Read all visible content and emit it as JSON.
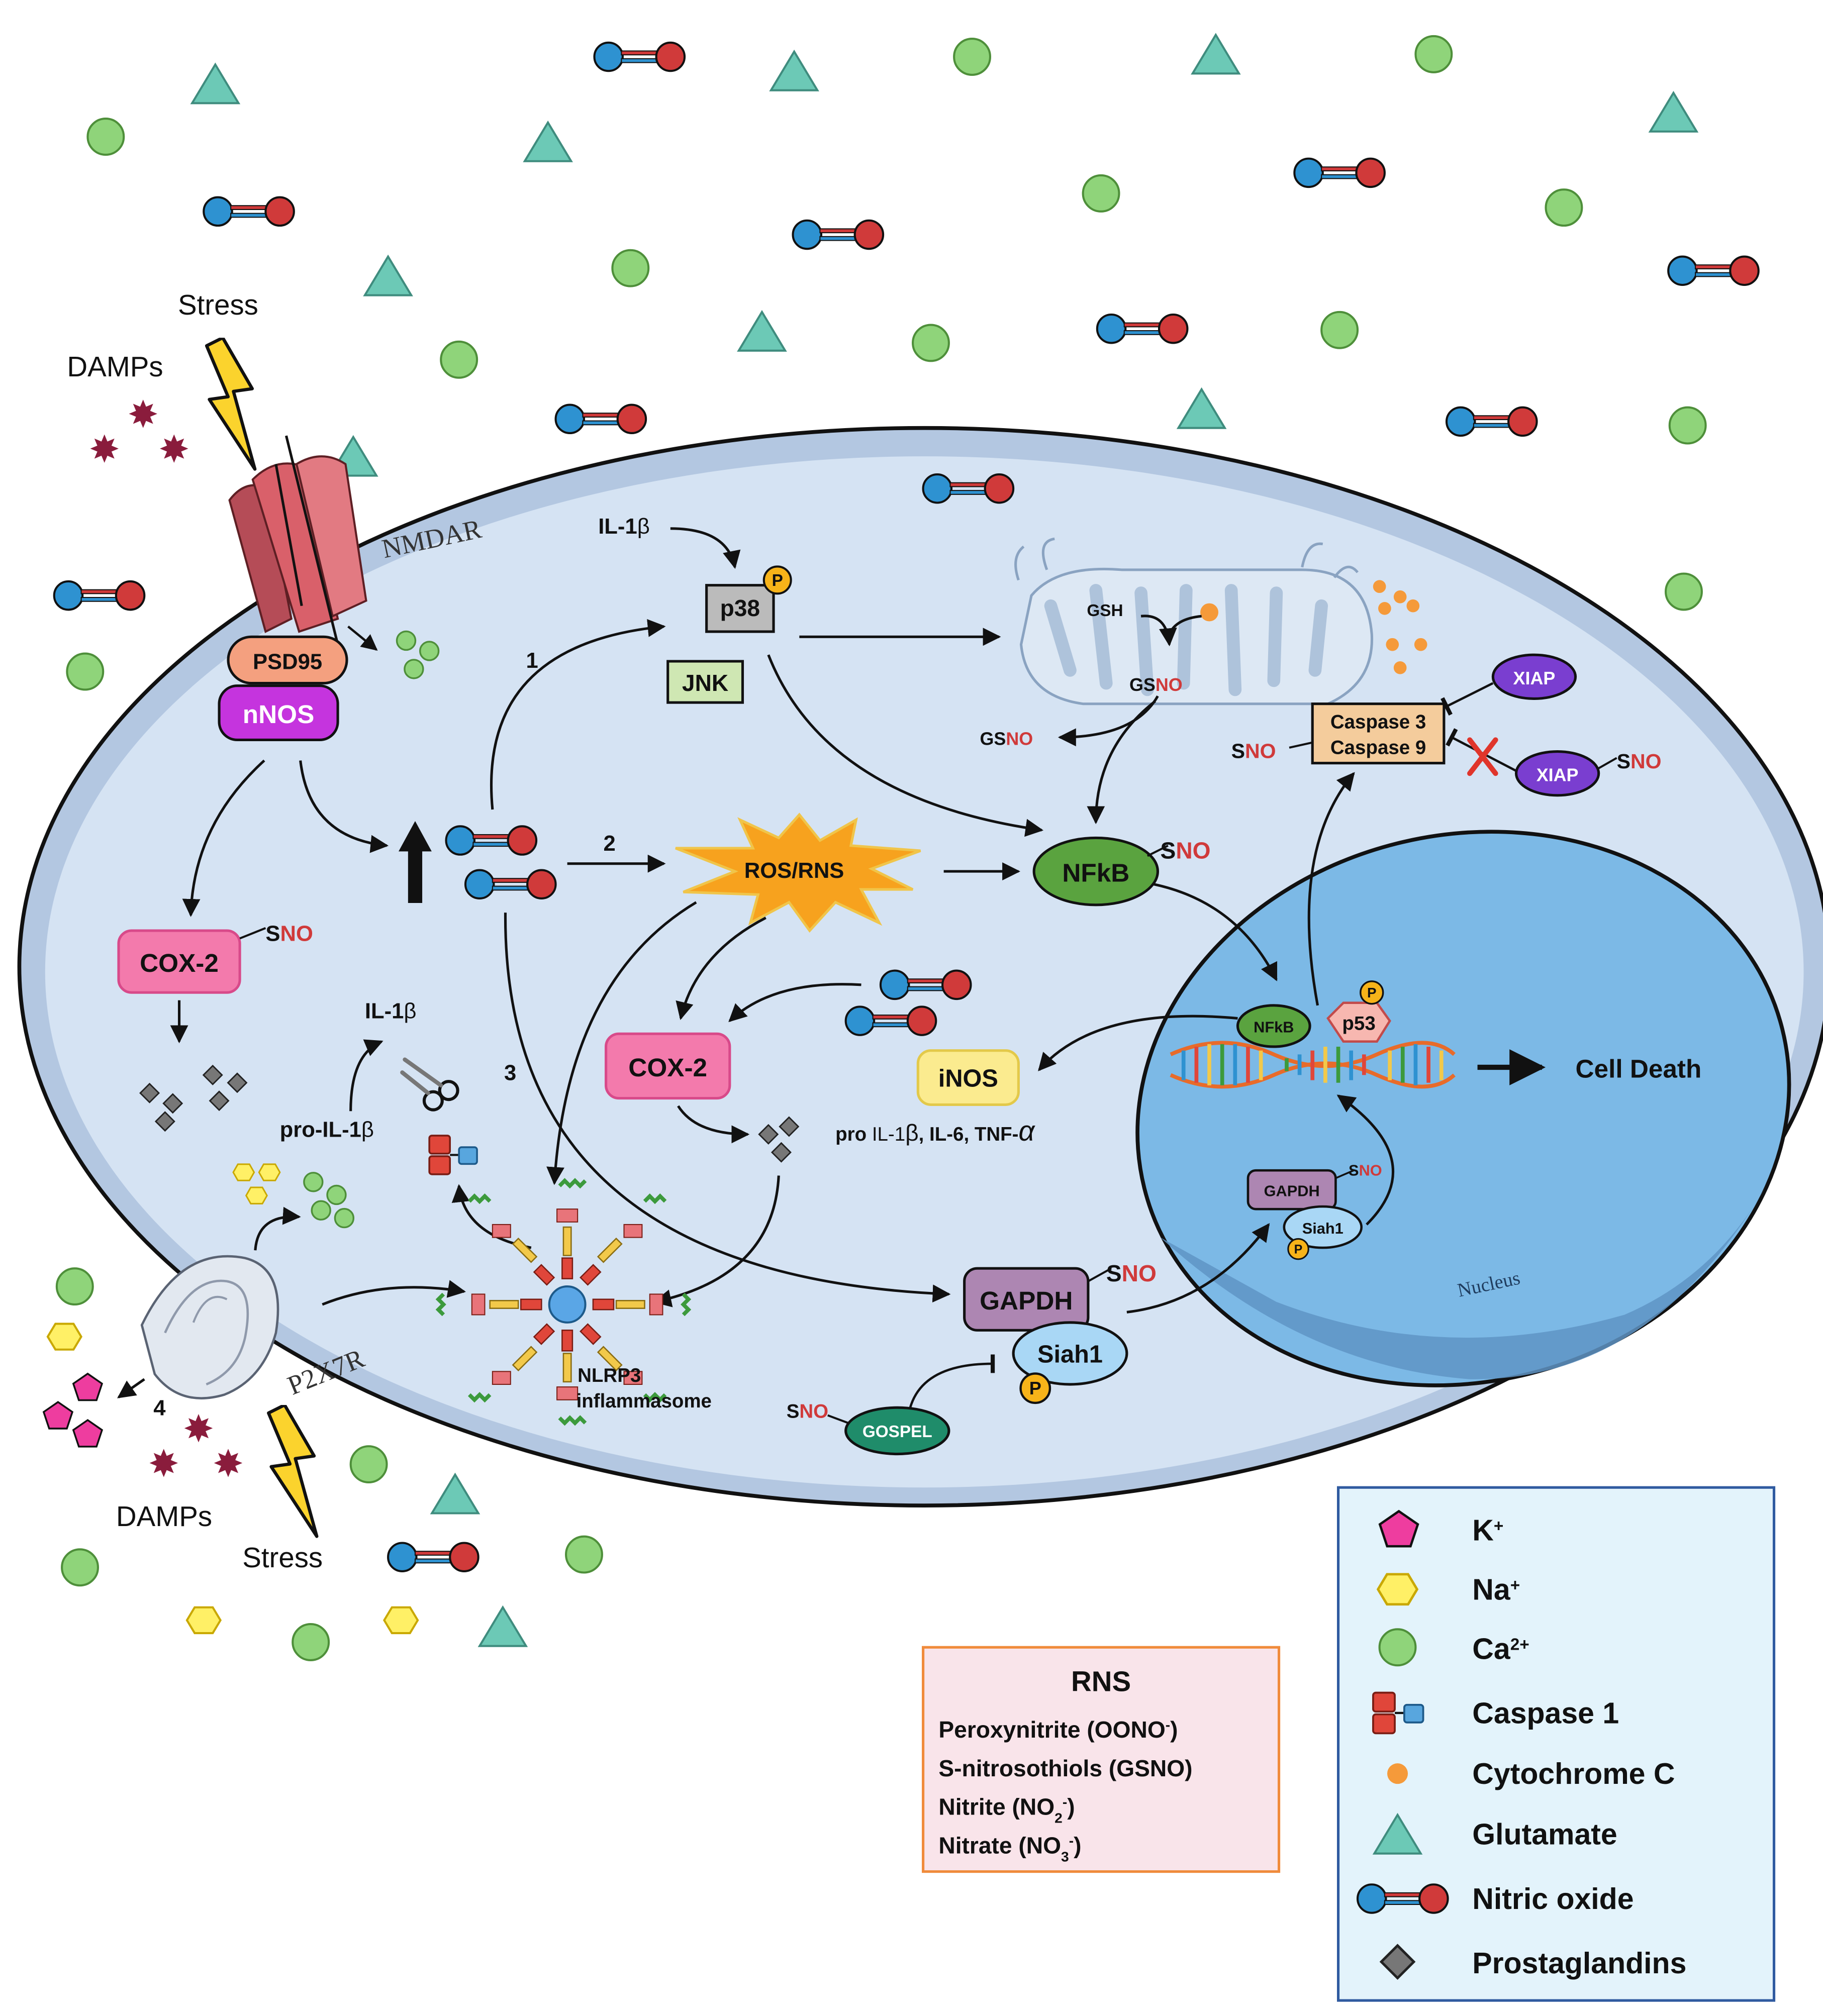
{
  "labels": {
    "stress_top": "Stress",
    "damps_top": "DAMPs",
    "nmdar": "NMDAR",
    "psd95": "PSD95",
    "nnos": "nNOS",
    "cox2_left": "COX-2",
    "sno_cox2_left_s": "S",
    "sno_cox2_left_no": "NO",
    "il1b_top_a": "IL-1",
    "il1b_top_b": "β",
    "p38": "p38",
    "jnk": "JNK",
    "p_badge": "P",
    "step1": "1",
    "step2": "2",
    "step3": "3",
    "step4": "4",
    "ros_rns": "ROS/RNS",
    "nfkb_main": "NFkB",
    "sno_nfkb_s": "S",
    "sno_nfkb_no": "NO",
    "gsh": "GSH",
    "gsno_mito_gs": "GS",
    "gsno_mito_no": "NO",
    "gsno_out_gs": "GS",
    "gsno_out_no": "NO",
    "caspase3": "Caspase 3",
    "caspase9": "Caspase 9",
    "sno_casp_s": "S",
    "sno_casp_no": "NO",
    "xiap_top": "XIAP",
    "xiap_bottom": "XIAP",
    "sno_xiap_s": "S",
    "sno_xiap_no": "NO",
    "il1b_mid_a": "IL-1",
    "il1b_mid_b": "β",
    "pro_il1b_a": "pro-IL-1",
    "pro_il1b_b": "β",
    "cox2_mid": "COX-2",
    "inos": "iNOS",
    "pro_cytokines_a": "pro ",
    "pro_cytokines_b": "IL-1",
    "pro_cytokines_c": "β",
    "pro_cytokines_d": ", IL-6, TNF-",
    "pro_cytokines_e": "α",
    "nfkb_nuc": "NFkB",
    "p53": "p53",
    "cell_death": "Cell Death",
    "gapdh_nuc": "GAPDH",
    "siah1_nuc": "Siah1",
    "sno_gapdh_nuc_s": "S",
    "sno_gapdh_nuc_no": "NO",
    "nucleus": "Nucleus",
    "gapdh": "GAPDH",
    "siah1": "Siah1",
    "sno_gapdh_s": "S",
    "sno_gapdh_no": "NO",
    "nlrp3_line1": "NLRP3",
    "nlrp3_line2": "inflammasome",
    "gospel": "GOSPEL",
    "sno_gospel_s": "S",
    "sno_gospel_no": "NO",
    "p2x7r": "P2X7R",
    "damps_bottom": "DAMPs",
    "stress_bottom": "Stress"
  },
  "rns_box": {
    "title": "RNS",
    "items": [
      {
        "text": "Peroxynitrite (OONO",
        "sup": "-",
        "sub": "",
        "end": ")"
      },
      {
        "text": "S-nitrosothiols (GSNO)",
        "sup": "",
        "sub": "",
        "end": ""
      },
      {
        "text": "Nitrite (NO",
        "sub": "2",
        "sup": "-",
        "end": ")"
      },
      {
        "text": "Nitrate (NO",
        "sub": "3",
        "sup": "-",
        "end": ")"
      }
    ]
  },
  "legend": {
    "items": [
      {
        "label": "K",
        "sup": "+",
        "icon": "potassium-pentagon-icon"
      },
      {
        "label": "Na",
        "sup": "+",
        "icon": "sodium-hexagon-icon"
      },
      {
        "label": "Ca",
        "sup": "2+",
        "icon": "calcium-circle-icon"
      },
      {
        "label": "Caspase 1",
        "sup": "",
        "icon": "caspase1-icon"
      },
      {
        "label": "Cytochrome C",
        "sup": "",
        "icon": "cytochrome-c-dot-icon"
      },
      {
        "label": "Glutamate",
        "sup": "",
        "icon": "glutamate-triangle-icon"
      },
      {
        "label": "Nitric oxide",
        "sup": "",
        "icon": "nitric-oxide-icon"
      },
      {
        "label": "Prostaglandins",
        "sup": "",
        "icon": "prostaglandin-diamond-icon"
      }
    ]
  },
  "colors": {
    "cell_fill": "#d5e3f3",
    "cell_rim": "#b3c7e1",
    "nucleus_fill": "#7cb9e6",
    "nucleus_dark": "#5f94c4",
    "receptor_red": "#d9606a",
    "psd95": "#f4a07f",
    "nnos": "#c534de",
    "cox2": "#f37aac",
    "inos": "#fbeb8f",
    "nfkb": "#5aa33f",
    "gapdh": "#ad86b2",
    "siah1": "#a9d7f5",
    "gospel": "#1f8c6a",
    "xiap": "#7a3ed0",
    "caspase_box": "#f4cc9c",
    "gray_box": "#bbbbbb",
    "jnk_box": "#cfe7b3",
    "ros_star": "#f7a21e",
    "no_red": "#d03a3a",
    "no_blue": "#2e92d1",
    "calcium": "#8fd47a",
    "glutamate": "#6cc9b6",
    "sodium": "#fff066",
    "potassium": "#ee3d9f",
    "damps": "#8a1c3c",
    "cytochrome": "#f59a3a",
    "prostaglandin": "#777777",
    "legend_bg": "#e3f3fb",
    "legend_border": "#2f5aa0",
    "rns_bg": "#f9e4ea",
    "rns_border": "#f08b3b"
  }
}
